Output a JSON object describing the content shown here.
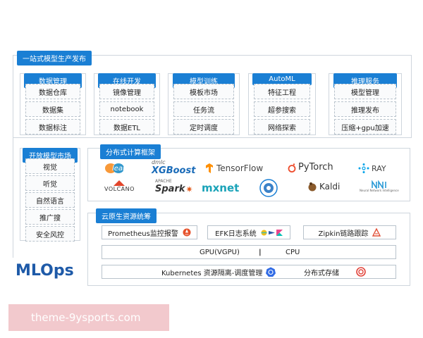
{
  "top_section": {
    "title": "一站式模型生产发布",
    "columns": [
      {
        "head": "数据管理",
        "items": [
          "数据仓库",
          "数据集",
          "数据标注"
        ]
      },
      {
        "head": "在线开发",
        "items": [
          "镜像管理",
          "notebook",
          "数据ETL"
        ]
      },
      {
        "head": "模型训练",
        "items": [
          "模板市场",
          "任务流",
          "定时调度"
        ]
      },
      {
        "head": "AutoML",
        "items": [
          "特征工程",
          "超参搜索",
          "网络探索"
        ]
      },
      {
        "head": "推理服务",
        "items": [
          "模型管理",
          "推理发布",
          "压缩+gpu加速"
        ]
      }
    ]
  },
  "market": {
    "head": "开放模型市场",
    "items": [
      "视觉",
      "听觉",
      "自然语言",
      "推广搜",
      "安全风控"
    ]
  },
  "distributed": {
    "title": "分布式计算框架",
    "logos": {
      "sklearn": "learn",
      "xgb_top": "dmlc",
      "xgb": "XGBoost",
      "tensorflow": "TensorFlow",
      "pytorch": "PyTorch",
      "ray": "RAY",
      "volcano": "VOLCANO",
      "spark_top": "APACHE",
      "spark": "Spark",
      "mxnet": "mxnet",
      "kaldi": "Kaldi",
      "nni_sub": "Neural Network Intelligence"
    }
  },
  "cloud": {
    "title": "云原生资源统筹",
    "prometheus": "Prometheus监控报警",
    "efk": "EFK日志系统",
    "zipkin": "Zipkin链路跟踪",
    "gpu": "GPU(VGPU)",
    "sep": "|",
    "cpu": "CPU",
    "k8s": "Kubernetes 资源隔离-调度管理",
    "storage": "分布式存储"
  },
  "brand": "MLOps",
  "watermark": "theme-9ysports.com",
  "colors": {
    "accent": "#1a7fd4",
    "watermark_bg": "#f2c9cd"
  }
}
